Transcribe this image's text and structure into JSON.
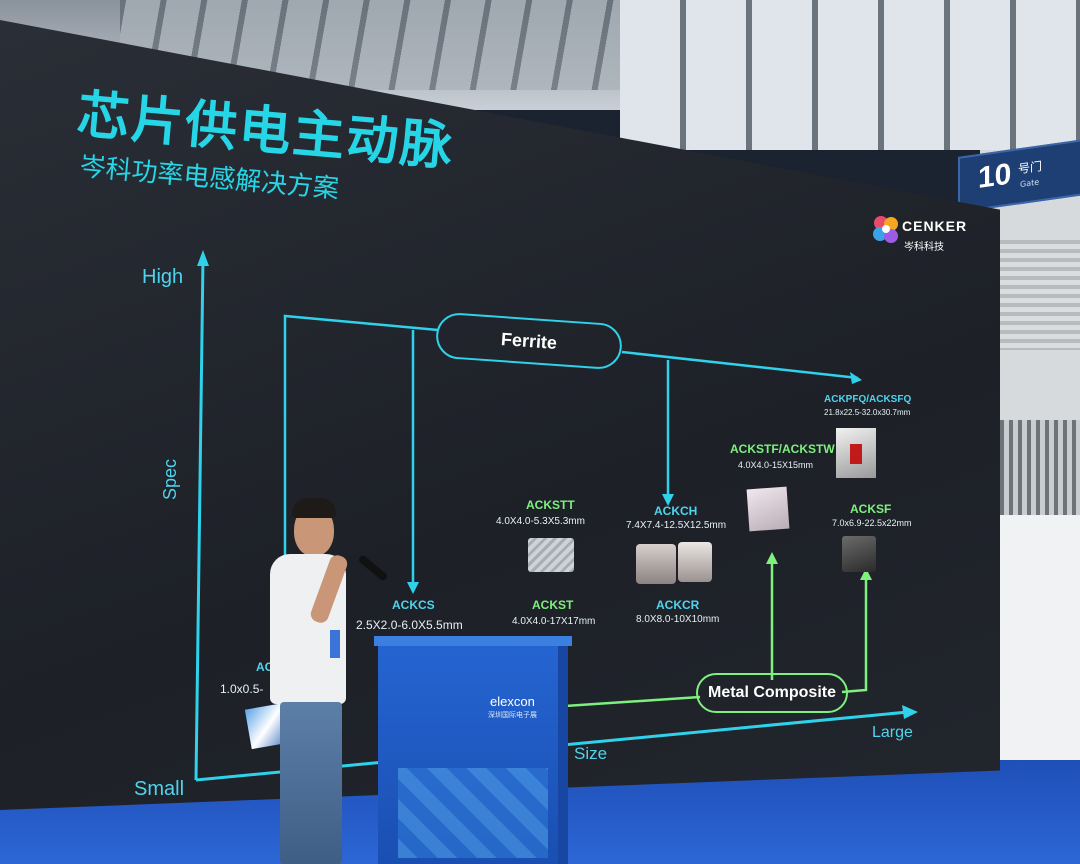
{
  "screen": {
    "title": "芯片供电主动脉",
    "subtitle": "岑科功率电感解决方案",
    "logo_text": "CENKER",
    "logo_sub": "岑科科技",
    "axis_high": "High",
    "axis_small": "Small",
    "axis_spec": "Spec",
    "axis_size": "Size",
    "axis_large": "Large",
    "ferrite": "Ferrite",
    "metal_composite": "Metal Composite"
  },
  "products": {
    "ac_partial": "AC",
    "ac_partial_size": "1.0x0.5-",
    "ackcs": "ACKCS",
    "ackcs_size": "2.5X2.0-6.0X5.5mm",
    "ackstt": "ACKSTT",
    "ackstt_size": "4.0X4.0-5.3X5.3mm",
    "ackst": "ACKST",
    "ackst_size": "4.0X4.0-17X17mm",
    "ackch": "ACKCH",
    "ackch_size": "7.4X7.4-12.5X12.5mm",
    "ackcr": "ACKCR",
    "ackcr_size": "8.0X8.0-10X10mm",
    "ackstf": "ACKSTF/ACKSTW",
    "ackstf_size": "4.0X4.0-15X15mm",
    "ackpfq": "ACKPFQ/ACKSFQ",
    "ackpfq_size": "21.8x22.5-32.0x30.7mm",
    "acksf": "ACKSF",
    "acksf_size": "7.0x6.9-22.5x22mm"
  },
  "environment": {
    "gate_number": "10",
    "gate_label": "号门",
    "gate_sub": "Gate",
    "podium_brand": "elexcon",
    "podium_sub": "深圳国际电子展"
  },
  "colors": {
    "cyan": "#27d6e6",
    "green": "#7ef07e",
    "screen_bg": "#23272f",
    "podium_blue": "#1c5cc8"
  }
}
